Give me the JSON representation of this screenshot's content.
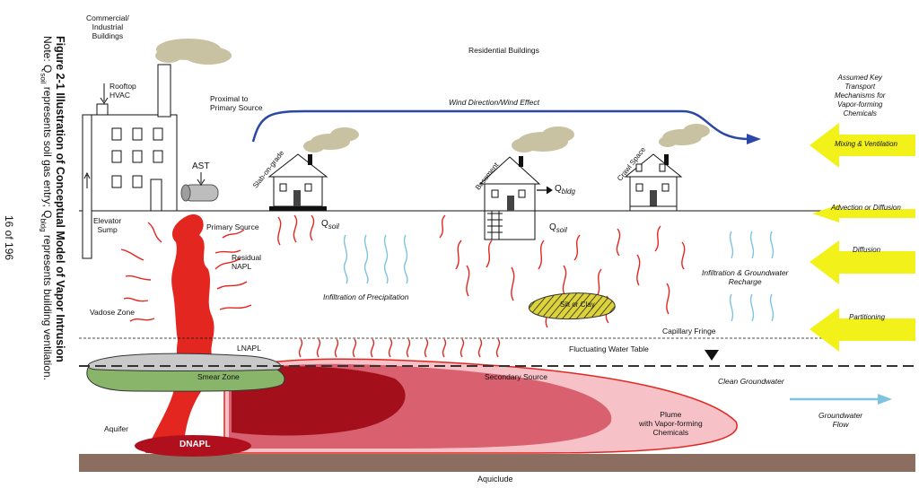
{
  "caption": {
    "title": "Figure 2-1 Illustration of Conceptual Model of Vapor Intrusion",
    "note": "Note: Q",
    "note_sub1": "soil",
    "note_mid": " represents soil gas entry; Q",
    "note_sub2": "bldg",
    "note_end": " represents building ventilation.",
    "page": "16 of 196"
  },
  "labels": {
    "commercial": [
      "Commercial/",
      "Industrial",
      "Buildings"
    ],
    "rooftop": [
      "Rooftop",
      "HVAC"
    ],
    "residential": "Residential Buildings",
    "proximal": [
      "Proximal to",
      "Primary Source"
    ],
    "wind": "Wind Direction/Wind Effect",
    "ast": "AST",
    "slab": "Slab-on-grade",
    "basement": "Basement",
    "crawl": "Crawl Space",
    "q_bldg": "Q",
    "q_bldg_sub": "bldg",
    "q_soil_1": "Q",
    "q_soil_1_sub": "soil",
    "q_soil_2": "Q",
    "q_soil_2_sub": "soil",
    "elevator": [
      "Elevator",
      "Sump"
    ],
    "primary_source": "Primary Source",
    "residual": [
      "Residual",
      "NAPL"
    ],
    "vadose": "Vadose Zone",
    "infil_precip": "Infiltration of Precipitation",
    "silt": "Silt or Clay",
    "infil_gw": [
      "Infiltration & Groundwater",
      "Recharge"
    ],
    "capillary": "Capillary Fringe",
    "lnapl": "LNAPL",
    "fluct": "Fluctuating Water Table",
    "smear": "Smear Zone",
    "secondary": "Secondary Source",
    "clean_gw": "Clean Groundwater",
    "gw_flow": [
      "Groundwater",
      "Flow"
    ],
    "aquifer": "Aquifer",
    "dnapl": "DNAPL",
    "plume": [
      "Plume",
      "with Vapor-forming",
      "Chemicals"
    ],
    "aquiclude": "Aquiclude"
  },
  "legend": {
    "title": [
      "Assumed Key",
      "Transport",
      "Mechanisms for",
      "Vapor-forming",
      "Chemicals"
    ],
    "mechanisms": [
      "Mixing & Ventilation",
      "Advection or Diffusion",
      "Diffusion",
      "Partitioning"
    ]
  },
  "colors": {
    "napl_red": "#e3261f",
    "dark_red": "#b0101e",
    "plume_pink": "#f2a5ad",
    "plume_mid": "#d8606f",
    "smoke": "#c9c2a2",
    "wind_blue": "#2b47a8",
    "water_blue": "#7ec3e0",
    "legend_yellow": "#f2f21a",
    "smear_green": "#88b56a",
    "silt_yellow": "#dcd33a",
    "aquiclude_brown": "#8c6e60"
  }
}
